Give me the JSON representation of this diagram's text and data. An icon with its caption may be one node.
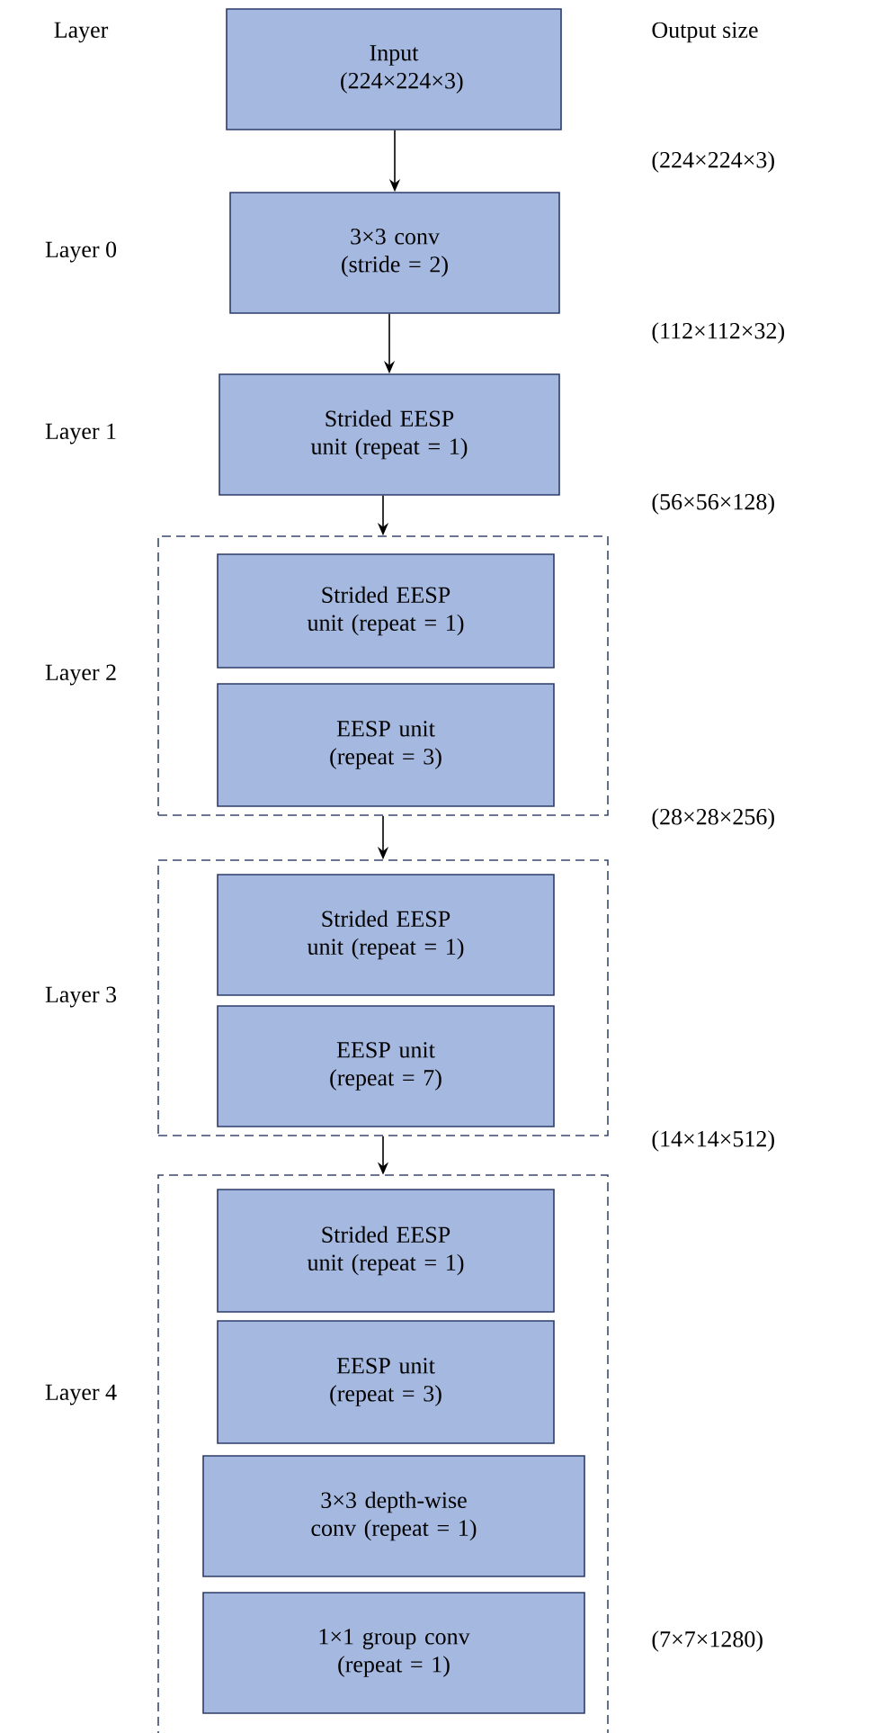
{
  "diagram": {
    "nodes": [
      {
        "text": [
          "Input (224×224×3)"
        ]
      },
      {
        "text": [
          "3×3 conv (stride = 2)"
        ]
      },
      {
        "text": [
          "Strided EESP unit (repeat = 1)"
        ]
      },
      {
        "text": [],
        "shape": "box"
      },
      {
        "text": [
          "Strided EESP unit (repeat = 1)"
        ],
        "in": 3
      },
      {
        "text": [
          "EESP unit (repeat = 3)"
        ],
        "in": 3
      },
      {
        "text": [],
        "shape": "box"
      },
      {
        "text": [
          "Strided EESP unit (repeat = 1)"
        ],
        "in": 6
      },
      {
        "text": [
          "EESP unit (repeat = 7)"
        ],
        "in": 6
      },
      {
        "text": [],
        "shape": "box"
      },
      {
        "text": [
          "Strided EESP unit (repeat = 1)"
        ],
        "in": 9
      },
      {
        "text": [
          "EESP unit (repeat = 3)"
        ],
        "in": 9
      },
      {
        "text": [
          "3×3 depth-wise conv (repeat = 1)"
        ],
        "in": 9
      },
      {
        "text": [
          "1×1 group conv (repeat = 1)"
        ],
        "in": 9
      }
    ],
    "edges": [
      {
        "from": 0,
        "to": 1,
        "arrow": "to"
      },
      {
        "from": 1,
        "to": 2,
        "arrow": "to"
      },
      {
        "from": 2,
        "to": 3,
        "arrow": "to"
      },
      {
        "from": 3,
        "to": 6,
        "arrow": "to"
      },
      {
        "from": 6,
        "to": 9,
        "arrow": "to"
      }
    ],
    "labels": [
      "Layer",
      "Output size",
      "(224×224×3)",
      "Layer 0",
      "(112×112×32)",
      "Layer 1",
      "(56×56×128)",
      "Layer 2",
      "(28×28×256)",
      "Layer 3",
      "(14×14×512)",
      "Layer 4",
      "(7×7×1280)"
    ]
  }
}
